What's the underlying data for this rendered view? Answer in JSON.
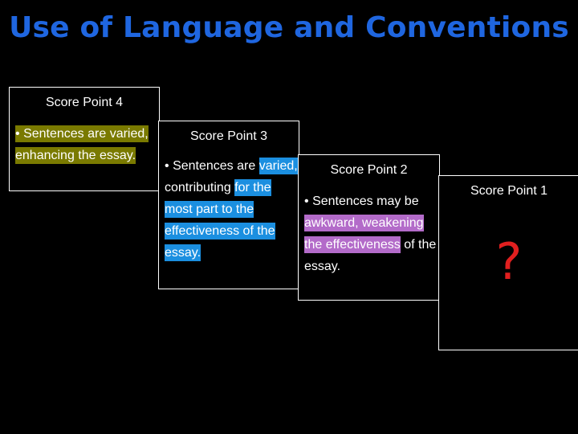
{
  "slide": {
    "title": "Use of Language and Conventions",
    "colors": {
      "title": "#1f66e0",
      "olive_highlight": "#7a7a00",
      "blue_highlight": "#1b8fe0",
      "purple_highlight": "#b36bc9",
      "question_mark": "#e11f1f"
    }
  },
  "score4": {
    "heading": "Score Point 4",
    "bullet": "•",
    "text": "Sentences are varied, enhancing the essay."
  },
  "score3": {
    "heading": "Score Point 3",
    "bullet": "•",
    "part1": "Sentences are",
    "part2": "varied,",
    "part3": "contributing",
    "part4": "for the most part to the effectiveness of the essay."
  },
  "score2": {
    "heading": "Score Point 2",
    "bullet": "•",
    "part1": "Sentences may be",
    "part2": "awkward, weakening the effectiveness",
    "part3": "of the essay."
  },
  "score1": {
    "heading": "Score Point 1",
    "mark": "?"
  }
}
